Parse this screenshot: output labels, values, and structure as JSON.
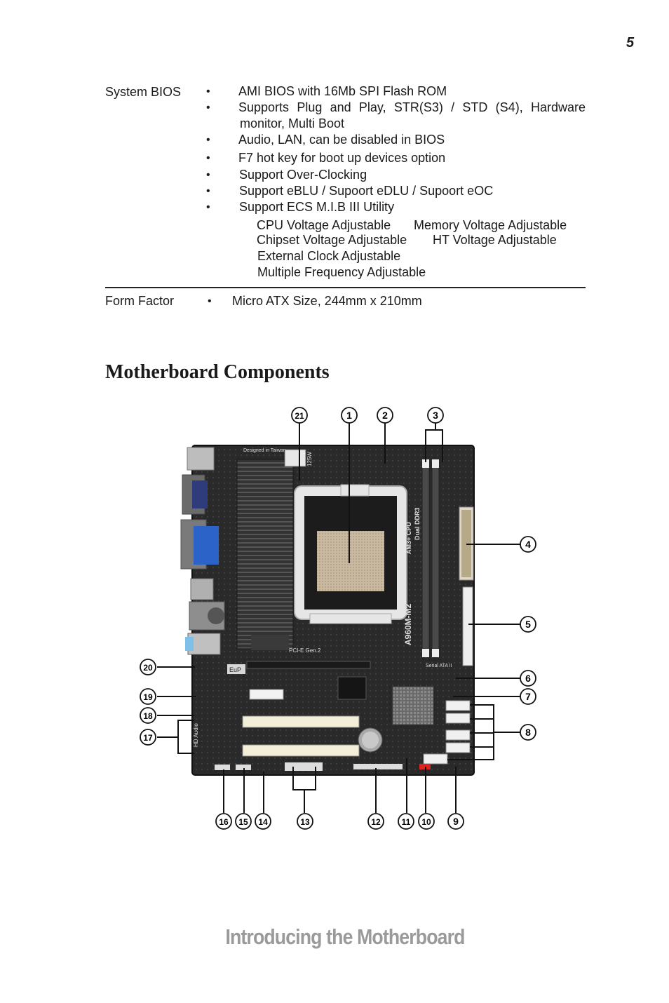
{
  "page_number": "5",
  "specs": {
    "bios": {
      "label": "System BIOS",
      "items": [
        "AMI BIOS with 16Mb SPI Flash ROM",
        "Supports Plug and Play, STR(S3) / STD (S4), Hardware",
        "monitor, Multi Boot",
        "Audio, LAN, can be disabled in BIOS",
        "F7 hot key for boot up devices option",
        "Support Over-Clocking",
        "Support eBLU / Supoort eDLU / Supoort eOC",
        "Support ECS M.I.B III Utility"
      ],
      "sub_items": [
        "CPU Voltage Adjustable",
        "Memory Voltage Adjustable",
        "Chipset Voltage Adjustable",
        "HT Voltage Adjustable",
        "External Clock Adjustable",
        "Multiple Frequency Adjustable"
      ]
    },
    "form_factor": {
      "label": "Form Factor",
      "items": [
        "Micro ATX Size, 244mm x 210mm"
      ]
    }
  },
  "bullet": "•",
  "section_title": "Motherboard Components",
  "diagram": {
    "callouts": [
      "1",
      "2",
      "3",
      "4",
      "5",
      "6",
      "7",
      "8",
      "9",
      "10",
      "11",
      "12",
      "13",
      "14",
      "15",
      "16",
      "17",
      "18",
      "19",
      "20",
      "21"
    ],
    "board_text": {
      "designed": "Designed in Taiwan",
      "watt": "125W",
      "pcie": "PCI-E Gen.2",
      "eup": "EuP",
      "sata": "Serial ATA II",
      "ddr": "Dual DDR3",
      "cpu": "AM3+ CPU",
      "model": "A960M-M2",
      "hd_audio": "HD Audio"
    }
  },
  "footer_title": "Introducing the Motherboard"
}
